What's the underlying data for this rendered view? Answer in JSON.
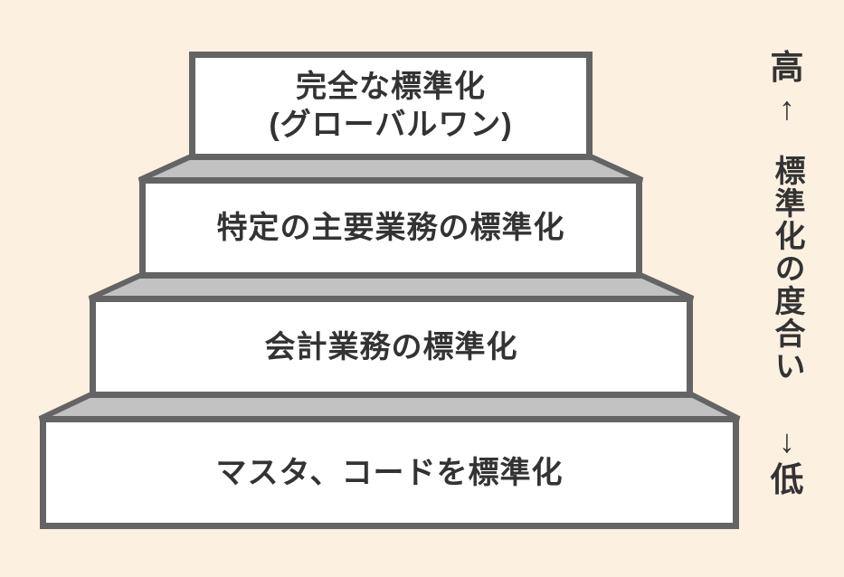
{
  "diagram": {
    "type": "step-pyramid",
    "levels": [
      {
        "label": "完全な標準化\n(グローバルワン)"
      },
      {
        "label": "特定の主要業務の標準化"
      },
      {
        "label": "会計業務の標準化"
      },
      {
        "label": "マスタ、コードを標準化"
      }
    ],
    "axis": {
      "high": "高",
      "arrow_up": "↑",
      "label": "標準化の度合い",
      "arrow_down": "↓",
      "low": "低"
    },
    "colors": {
      "background": "#FCF0E1",
      "level_fill": "#FFFFFF",
      "level_border": "#646464",
      "step_surface": "#C2C2C2",
      "text": "#333333"
    }
  }
}
